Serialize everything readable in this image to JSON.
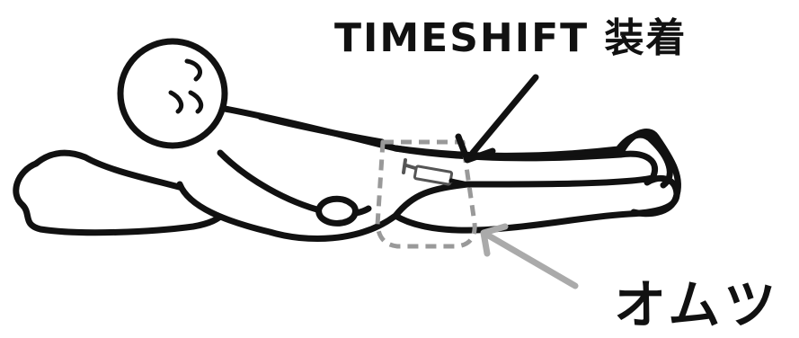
{
  "labels": {
    "device": "TIMESHIFT 装着",
    "diaper": "オムツ"
  },
  "colors": {
    "outline": "#111111",
    "diaper_outline": "#999999",
    "diaper_arrow": "#aaaaaa",
    "background": "#ffffff"
  },
  "icons": {
    "figure": "lying-person-figure",
    "device": "syringe-device-icon"
  }
}
